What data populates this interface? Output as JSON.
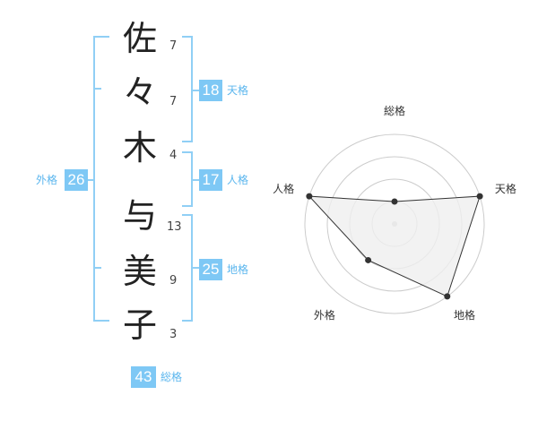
{
  "name": {
    "characters": [
      {
        "char": "佐",
        "strokes": "7"
      },
      {
        "char": "々",
        "strokes": "7"
      },
      {
        "char": "木",
        "strokes": "4"
      },
      {
        "char": "与",
        "strokes": "13"
      },
      {
        "char": "美",
        "strokes": "9"
      },
      {
        "char": "子",
        "strokes": "3"
      }
    ]
  },
  "scores": {
    "tenkaku": {
      "value": "18",
      "label": "天格"
    },
    "jinkaku": {
      "value": "17",
      "label": "人格"
    },
    "chikaku": {
      "value": "25",
      "label": "地格"
    },
    "gaikaku": {
      "value": "26",
      "label": "外格"
    },
    "soukaku": {
      "value": "43",
      "label": "総格"
    }
  },
  "chart_data": {
    "type": "radar",
    "axes": [
      "総格",
      "天格",
      "地格",
      "外格",
      "人格"
    ],
    "rings": 4,
    "max": 4,
    "values": [
      1,
      4,
      4,
      2,
      4
    ]
  },
  "colors": {
    "accent": "#7ec8f5",
    "bracket": "#90cff5",
    "radar_fill": "#efefef",
    "radar_line": "#333333",
    "ring": "#cccccc"
  }
}
